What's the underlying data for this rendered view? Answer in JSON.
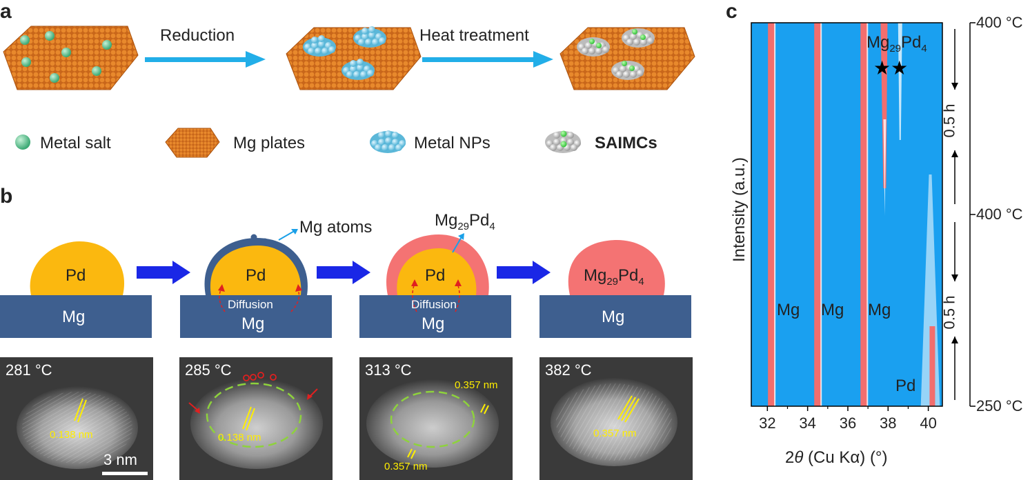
{
  "panels": {
    "a": "a",
    "b": "b",
    "c": "c"
  },
  "panel_a": {
    "arrow1": "Reduction",
    "arrow2": "Heat treatment",
    "legend": [
      "Metal salt",
      "Mg plates",
      "Metal NPs",
      "SAIMCs"
    ]
  },
  "panel_b": {
    "pd": "Pd",
    "mg": "Mg",
    "diffusion": "Diffusion",
    "mg_atoms": "Mg atoms",
    "mg29": "Mg",
    "sub29": "29",
    "pd4": "Pd",
    "sub4": "4",
    "tem": [
      {
        "temp": "281 °C",
        "lattice": "0.138 nm"
      },
      {
        "temp": "285 °C",
        "lattice": "0.138 nm"
      },
      {
        "temp": "313 °C",
        "lattice1": "0.357 nm",
        "lattice2": "0.357 nm"
      },
      {
        "temp": "382 °C",
        "lattice": "0.357 nm"
      }
    ],
    "scalebar": "3 nm"
  },
  "chart_data": {
    "type": "heatmap",
    "xlabel_pre": "2",
    "xlabel_theta": "θ",
    "xlabel_post": " (Cu Kα) (°)",
    "ylabel": "Intensity (a.u.)",
    "xticks": [
      "32",
      "34",
      "36",
      "38",
      "40"
    ],
    "xrange": [
      31.2,
      40.7
    ],
    "right_labels": [
      "400 °C",
      "400 °C",
      "250 °C"
    ],
    "time_labels": [
      "0.5 h",
      "0.5 h"
    ],
    "peak_labels": [
      "Mg",
      "Mg",
      "Mg",
      "Pd"
    ],
    "phase_label": "Mg29Pd4",
    "stars": "★★",
    "colors": {
      "background": "#1aa0f0",
      "peak": "#f26e6e",
      "weak_peak": "#ffffff"
    }
  }
}
